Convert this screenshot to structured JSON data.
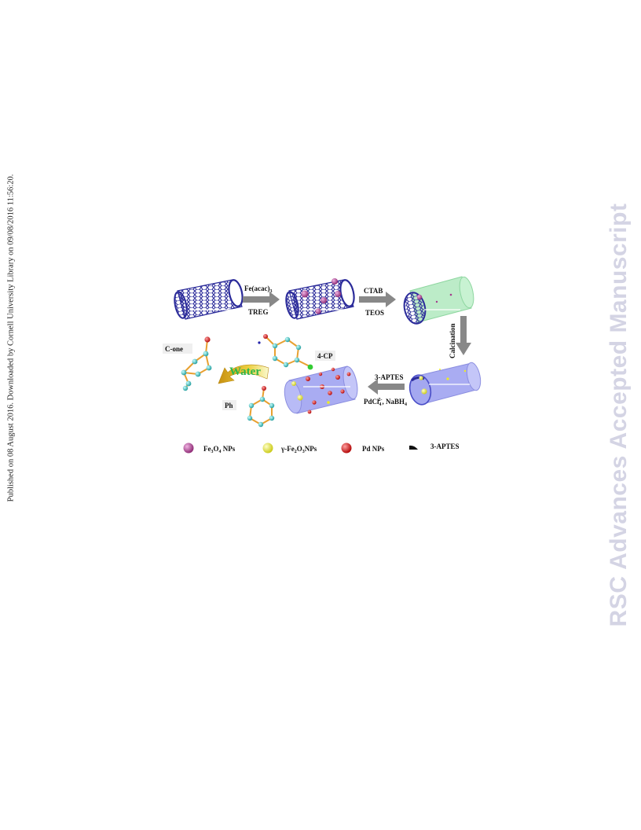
{
  "sidebar": {
    "published_note": "Published on 08 August 2016. Downloaded by Cornell University Library on 09/08/2016 11:56:20.",
    "watermark": "RSC Advances Accepted Manuscript"
  },
  "figure": {
    "step1": {
      "reagent_top": "Fe(acac)",
      "reagent_top_sub": "3",
      "reagent_bottom": "TREG"
    },
    "step2": {
      "reagent_top": "CTAB",
      "reagent_bottom": "TEOS"
    },
    "step3": {
      "reagent": "Calcination"
    },
    "step4": {
      "reagent_top": "3-APTES",
      "reagent_bottom_a": "PdCl",
      "reagent_bottom_a_sub": "4",
      "reagent_bottom_a_sup": "2-",
      "reagent_bottom_b": ", NaBH",
      "reagent_bottom_b_sub": "4"
    },
    "reaction": {
      "solvent": "Water",
      "reactant": "4-CP",
      "product_1": "C-one",
      "product_2": "Ph"
    },
    "legend": {
      "item1": {
        "pre": "Fe",
        "s1": "3",
        "mid": "O",
        "s2": "4",
        "post": " NPs"
      },
      "item2": {
        "pre": "γ-Fe",
        "s1": "2",
        "mid": "O",
        "s2": "3",
        "post": "NPs"
      },
      "item3": {
        "text": "Pd NPs"
      },
      "item4": {
        "text": "3-APTES"
      }
    },
    "colors": {
      "cnt": "#2b2b9a",
      "fe3o4": "#a43a8c",
      "gamma_fe2o3": "#ecec22",
      "pd": "#d42020",
      "silica_green": "#a6e6b6",
      "silica_blue": "#a9acf2",
      "arrow_gray": "#888888",
      "carbon_atom": "#30c8c8",
      "bond": "#e8a030",
      "oxygen": "#cc1111",
      "chlorine": "#33cc33"
    }
  }
}
